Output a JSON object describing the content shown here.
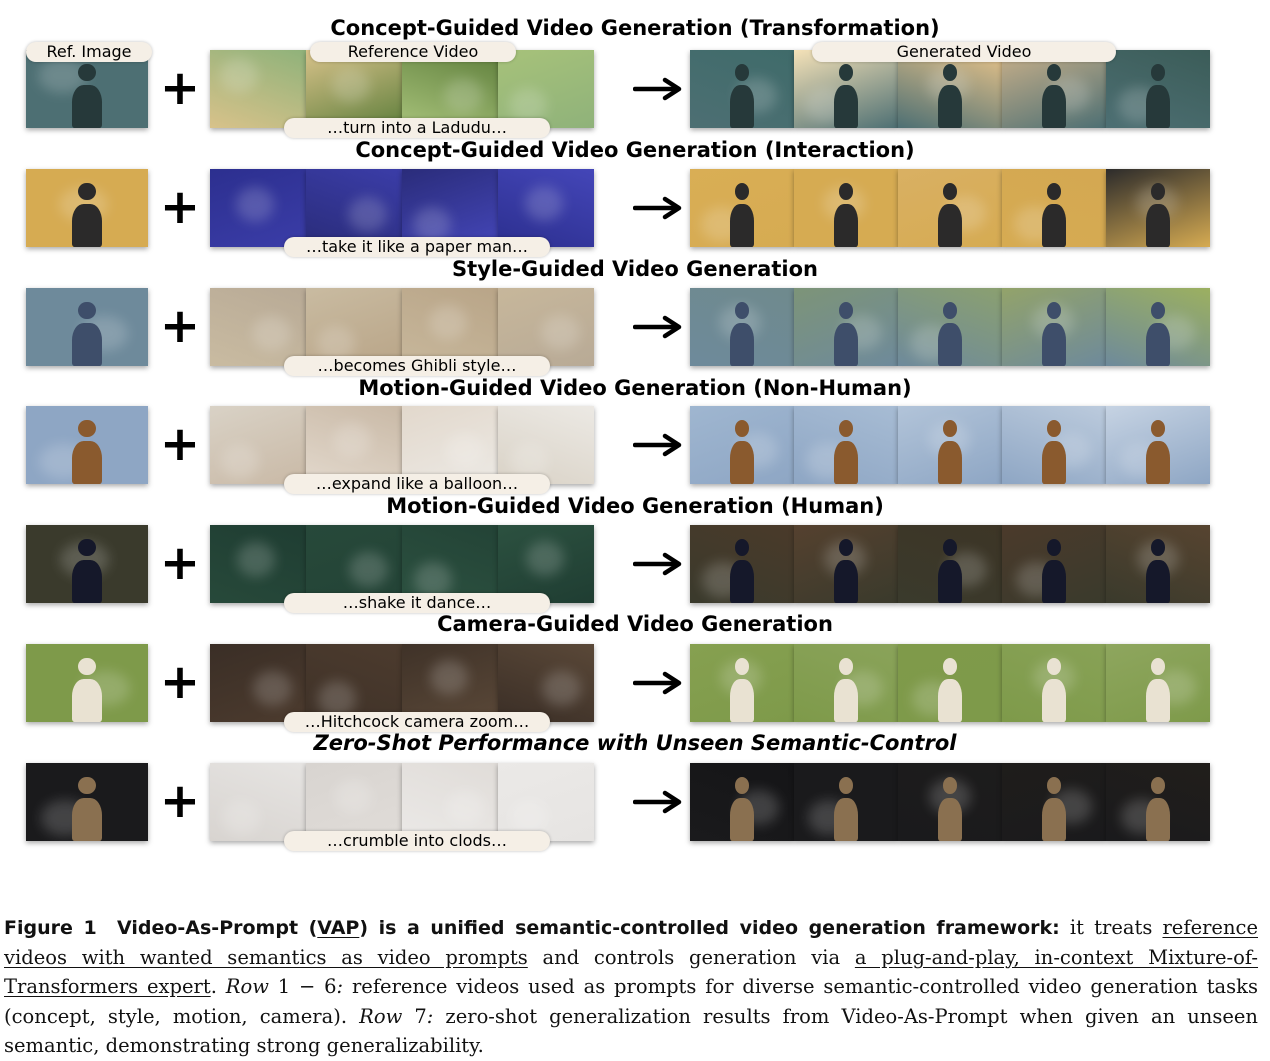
{
  "labels": {
    "ref_image": "Ref. Image",
    "reference_video": "Reference Video",
    "generated_video": "Generated Video",
    "plus": "+",
    "arrow": "→"
  },
  "rows": [
    {
      "title": "Concept-Guided Video Generation (Transformation)",
      "prompt": "…turn into a Ladudu…"
    },
    {
      "title": "Concept-Guided Video Generation (Interaction)",
      "prompt": "…take it like a paper man…"
    },
    {
      "title": "Style-Guided Video Generation",
      "prompt": "…becomes Ghibli style…"
    },
    {
      "title": "Motion-Guided Video Generation (Non-Human)",
      "prompt": "…expand like a balloon…"
    },
    {
      "title": "Motion-Guided Video Generation (Human)",
      "prompt": "…shake it dance…"
    },
    {
      "title": "Camera-Guided Video Generation",
      "prompt": "…Hitchcock camera zoom…"
    },
    {
      "title": "Zero-Shot Performance with Unseen Semantic-Control",
      "prompt": "…crumble into clods…"
    }
  ],
  "caption": {
    "figure_label": "Figure 1",
    "bold_a": "Video-As-Prompt (",
    "bold_vap": "VAP",
    "bold_b": ") is a unified semantic-controlled video generation framework:",
    "t1": " it treats ",
    "u1": "reference videos with wanted semantics as video prompts",
    "t2": " and controls generation via ",
    "u2": "a plug-and-play, in-context Mixture-of-Transformers expert",
    "t3": ". ",
    "i1": "Row",
    "t4": " 1 − 6",
    "i2": ":",
    "t5": " reference videos used as prompts for diverse semantic-controlled video generation tasks (concept, style, motion, camera). ",
    "i3": "Row",
    "t6": " 7",
    "i4": ":",
    "t7": " zero-shot generalization results from Video-As-Prompt when given an unseen semantic, demonstrating strong generalizability."
  },
  "palettes": [
    {
      "ref": [
        "#4d6f73",
        "#26393a"
      ],
      "refv": [
        "#8fb27a",
        "#d8c28a",
        "#5f7f3c",
        "#a7c27a"
      ],
      "gen": [
        "#3f6b6a",
        "#f5e2b8",
        "#e9c48a",
        "#c9b08a",
        "#3b5c58"
      ]
    },
    {
      "ref": [
        "#d6ab52",
        "#2b2a2a"
      ],
      "refv": [
        "#2c2f8f",
        "#3b3da8",
        "#2a2c7a",
        "#4446b8"
      ],
      "gen": [
        "#d9ae55",
        "#d6ab52",
        "#d9b063",
        "#d4a852",
        "#2c2b2b"
      ]
    },
    {
      "ref": [
        "#6e8a9b",
        "#3e4e6a"
      ],
      "refv": [
        "#b8aa96",
        "#c9bba1",
        "#b9a588",
        "#c7b79b"
      ],
      "gen": [
        "#6f8a8d",
        "#7d9478",
        "#8ba070",
        "#93a36a",
        "#9cb060"
      ]
    },
    {
      "ref": [
        "#8ea6c4",
        "#8a5a2e"
      ],
      "refv": [
        "#d9d2c6",
        "#c9b9a6",
        "#e2d8cc",
        "#ece9e4"
      ],
      "gen": [
        "#9fb6d0",
        "#a7bcd4",
        "#b2c4d9",
        "#bccbdd",
        "#c6d3e3"
      ]
    },
    {
      "ref": [
        "#3a3a2c",
        "#15182a"
      ],
      "refv": [
        "#1f3d32",
        "#27493a",
        "#234336",
        "#2c5140"
      ],
      "gen": [
        "#4a3a2a",
        "#55412f",
        "#3d3526",
        "#4b3a2b",
        "#574430"
      ]
    },
    {
      "ref": [
        "#7e9a4a",
        "#e9e2d2"
      ],
      "refv": [
        "#3a2e26",
        "#4c3b2e",
        "#3f3228",
        "#5a4838"
      ],
      "gen": [
        "#86a050",
        "#8aa35a",
        "#7f9a4a",
        "#88a256",
        "#8ea65e"
      ]
    },
    {
      "ref": [
        "#1a1a1c",
        "#8a7050"
      ],
      "refv": [
        "#e6e4e2",
        "#d8d4d0",
        "#e0dcd8",
        "#ebe9e7"
      ],
      "gen": [
        "#151517",
        "#1a1a1c",
        "#1d1c1c",
        "#1f1d1b",
        "#211e1b"
      ]
    }
  ]
}
